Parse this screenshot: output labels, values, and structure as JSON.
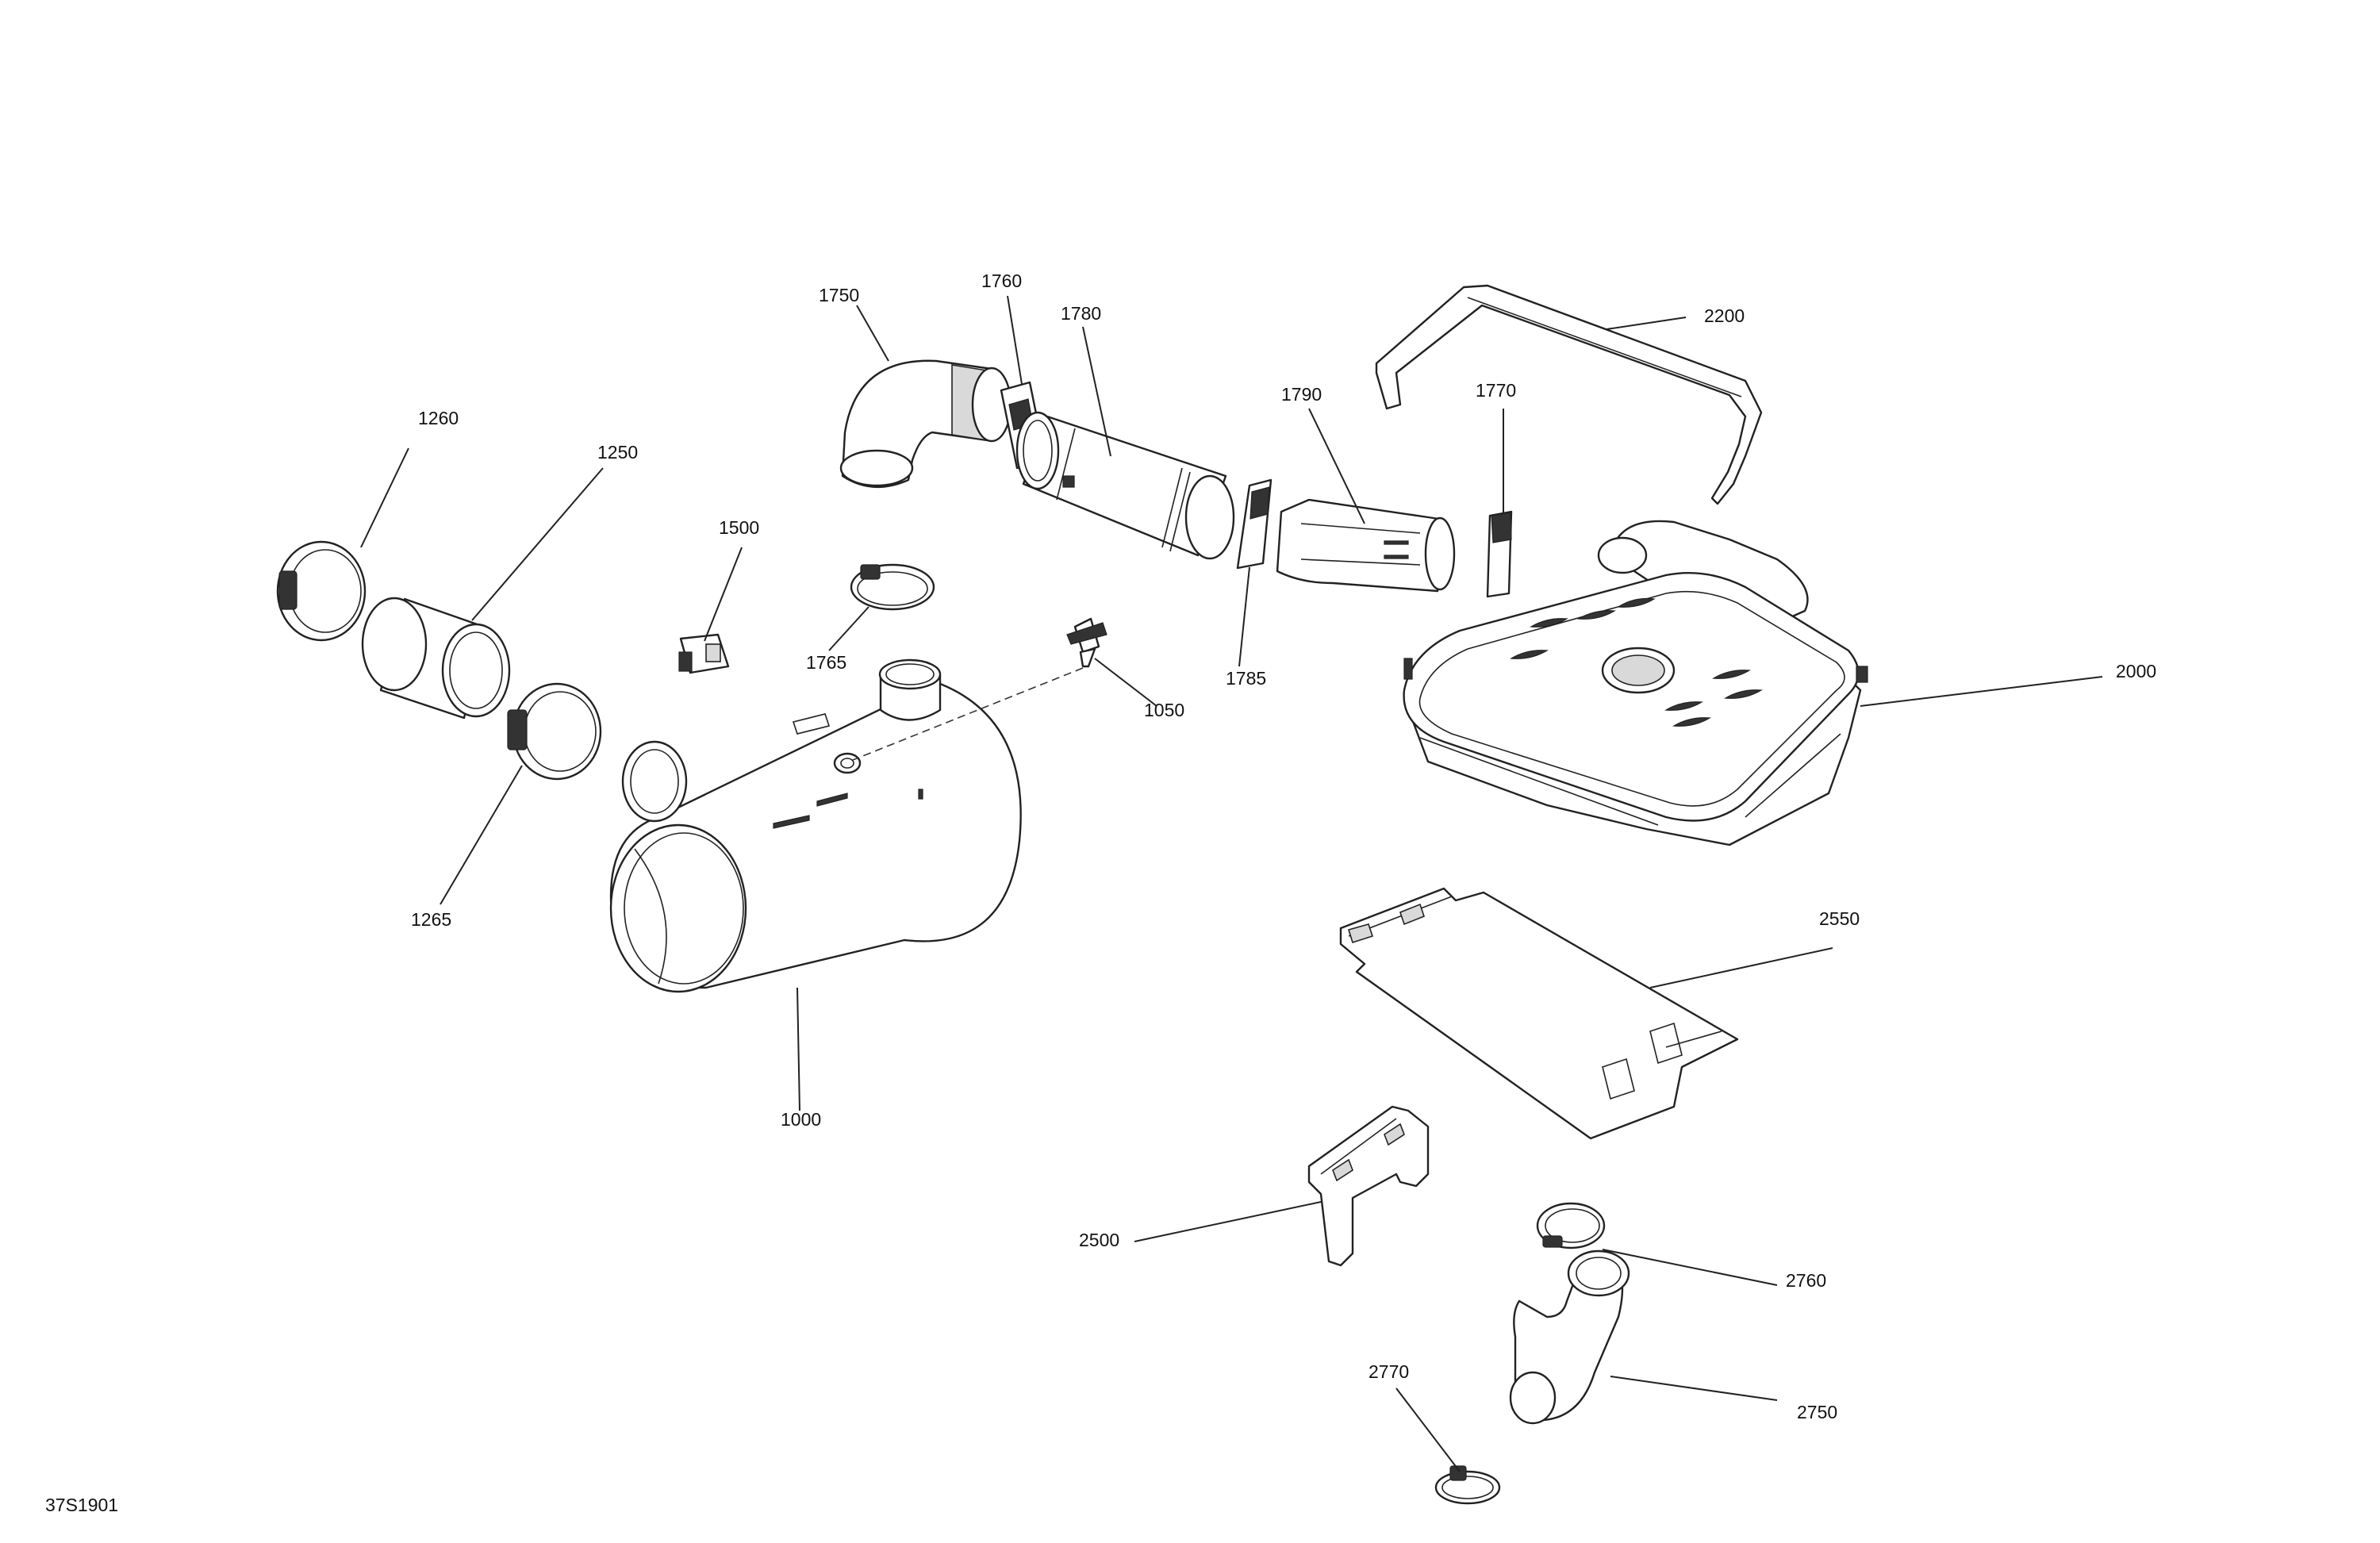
{
  "diagram": {
    "drawing_code": "37S1901",
    "callouts": {
      "p1000": "1000",
      "p1050": "1050",
      "p1250": "1250",
      "p1260": "1260",
      "p1265": "1265",
      "p1500": "1500",
      "p1750": "1750",
      "p1760": "1760",
      "p1765": "1765",
      "p1770": "1770",
      "p1780": "1780",
      "p1785": "1785",
      "p1790": "1790",
      "p2000": "2000",
      "p2200": "2200",
      "p2500": "2500",
      "p2550": "2550",
      "p2750": "2750",
      "p2760": "2760",
      "p2770": "2770"
    }
  }
}
